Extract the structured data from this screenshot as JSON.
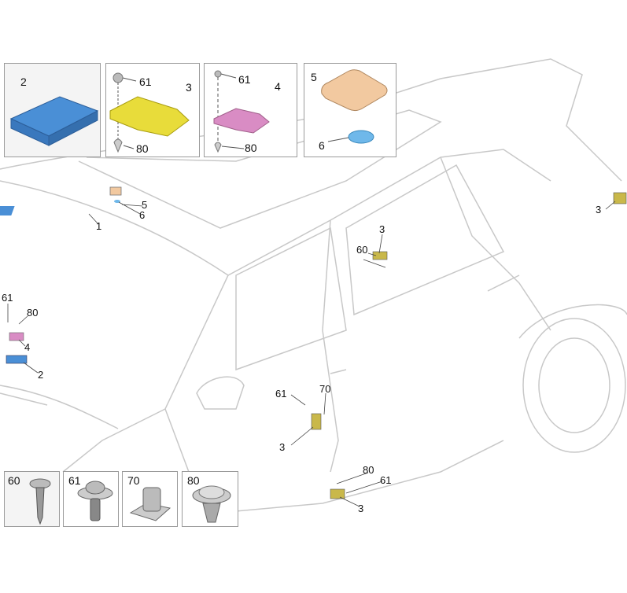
{
  "top_panels": [
    {
      "labels": [
        "2"
      ]
    },
    {
      "labels": [
        "61",
        "3",
        "80"
      ]
    },
    {
      "labels": [
        "61",
        "4",
        "80"
      ]
    },
    {
      "labels": [
        "5",
        "6"
      ]
    }
  ],
  "fastener_panels": [
    {
      "label": "60",
      "icon": "tapping-screw-icon"
    },
    {
      "label": "61",
      "icon": "torx-bolt-icon"
    },
    {
      "label": "70",
      "icon": "clip-nut-icon"
    },
    {
      "label": "80",
      "icon": "expansion-rivet-icon"
    }
  ],
  "callouts": {
    "roof_5": "5",
    "roof_6": "6",
    "roof_1": "1",
    "front_61": "61",
    "front_80": "80",
    "front_4": "4",
    "front_2": "2",
    "rear_door_3": "3",
    "rear_door_60": "60",
    "tailgate_3": "3",
    "front_door_61": "61",
    "front_door_70": "70",
    "front_door_3": "3",
    "sill_80": "80",
    "sill_61": "61",
    "sill_3": "3"
  },
  "colors": {
    "control_unit": "#4a8fd6",
    "antenna_yellow": "#e8dc3a",
    "antenna_pink": "#d98cc4",
    "roof_module": "#f2c9a0",
    "pad": "#6fb8ea",
    "car_line": "#c8c8c8"
  }
}
